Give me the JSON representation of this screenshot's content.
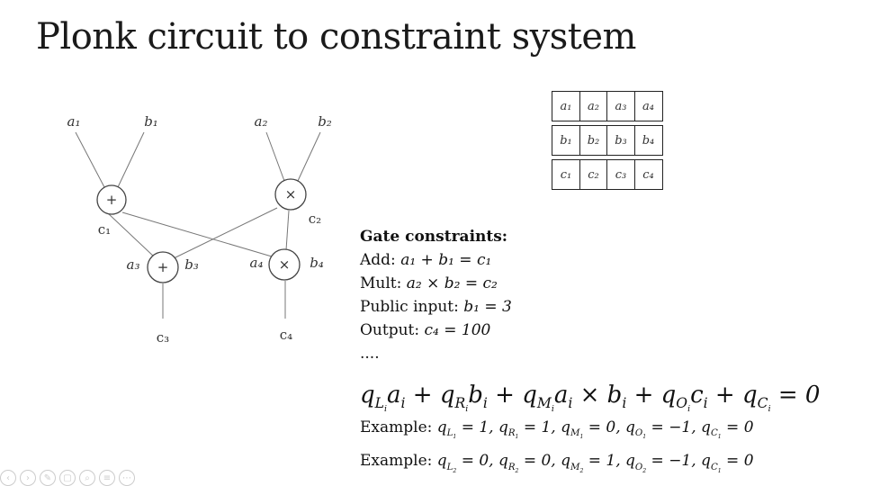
{
  "title": "Plonk circuit to constraint system",
  "circuit": {
    "inputs": [
      "a₁",
      "b₁",
      "a₂",
      "b₂"
    ],
    "gate_symbols": {
      "add": "+",
      "mul": "×"
    },
    "wire_labels": {
      "c1": "c₁",
      "c2": "c₂",
      "a3": "a₃",
      "b3": "b₃",
      "a4": "a₄",
      "b4": "b₄",
      "c3": "c₃",
      "c4": "c₄"
    }
  },
  "table": {
    "rows": [
      [
        "a₁",
        "a₂",
        "a₃",
        "a₄"
      ],
      [
        "b₁",
        "b₂",
        "b₃",
        "b₄"
      ],
      [
        "c₁",
        "c₂",
        "c₃",
        "c₄"
      ]
    ]
  },
  "gate_constraints": {
    "heading": "Gate constraints:",
    "lines": [
      {
        "prefix": "Add: ",
        "expr": "a₁ + b₁ = c₁"
      },
      {
        "prefix": "Mult: ",
        "expr": "a₂ × b₂ = c₂"
      },
      {
        "prefix": "Public input: ",
        "expr": "b₁ = 3"
      },
      {
        "prefix": "Output: ",
        "expr": "c₄ = 100"
      }
    ],
    "ellipsis": "...."
  },
  "equation": "q_{L_i}a_i + q_{R_i}b_i + q_{M_i}a_i × b_i + q_{O_i}c_i + q_{C_i} = 0",
  "examples": [
    {
      "label": "Example: ",
      "expr": "q_{L_1} = 1, q_{R_1} = 1, q_{M_1} = 0, q_{O_1} = −1, q_{C_1} = 0"
    },
    {
      "label": "Example: ",
      "expr": "q_{L_2} = 0, q_{R_2} = 0, q_{M_2} = 1, q_{O_2} = −1, q_{C_1} = 0"
    }
  ],
  "toolbar": {
    "icons": [
      "back-icon",
      "play-icon",
      "pen-icon",
      "copy-icon",
      "zoom-icon",
      "menu-icon",
      "more-icon"
    ]
  }
}
